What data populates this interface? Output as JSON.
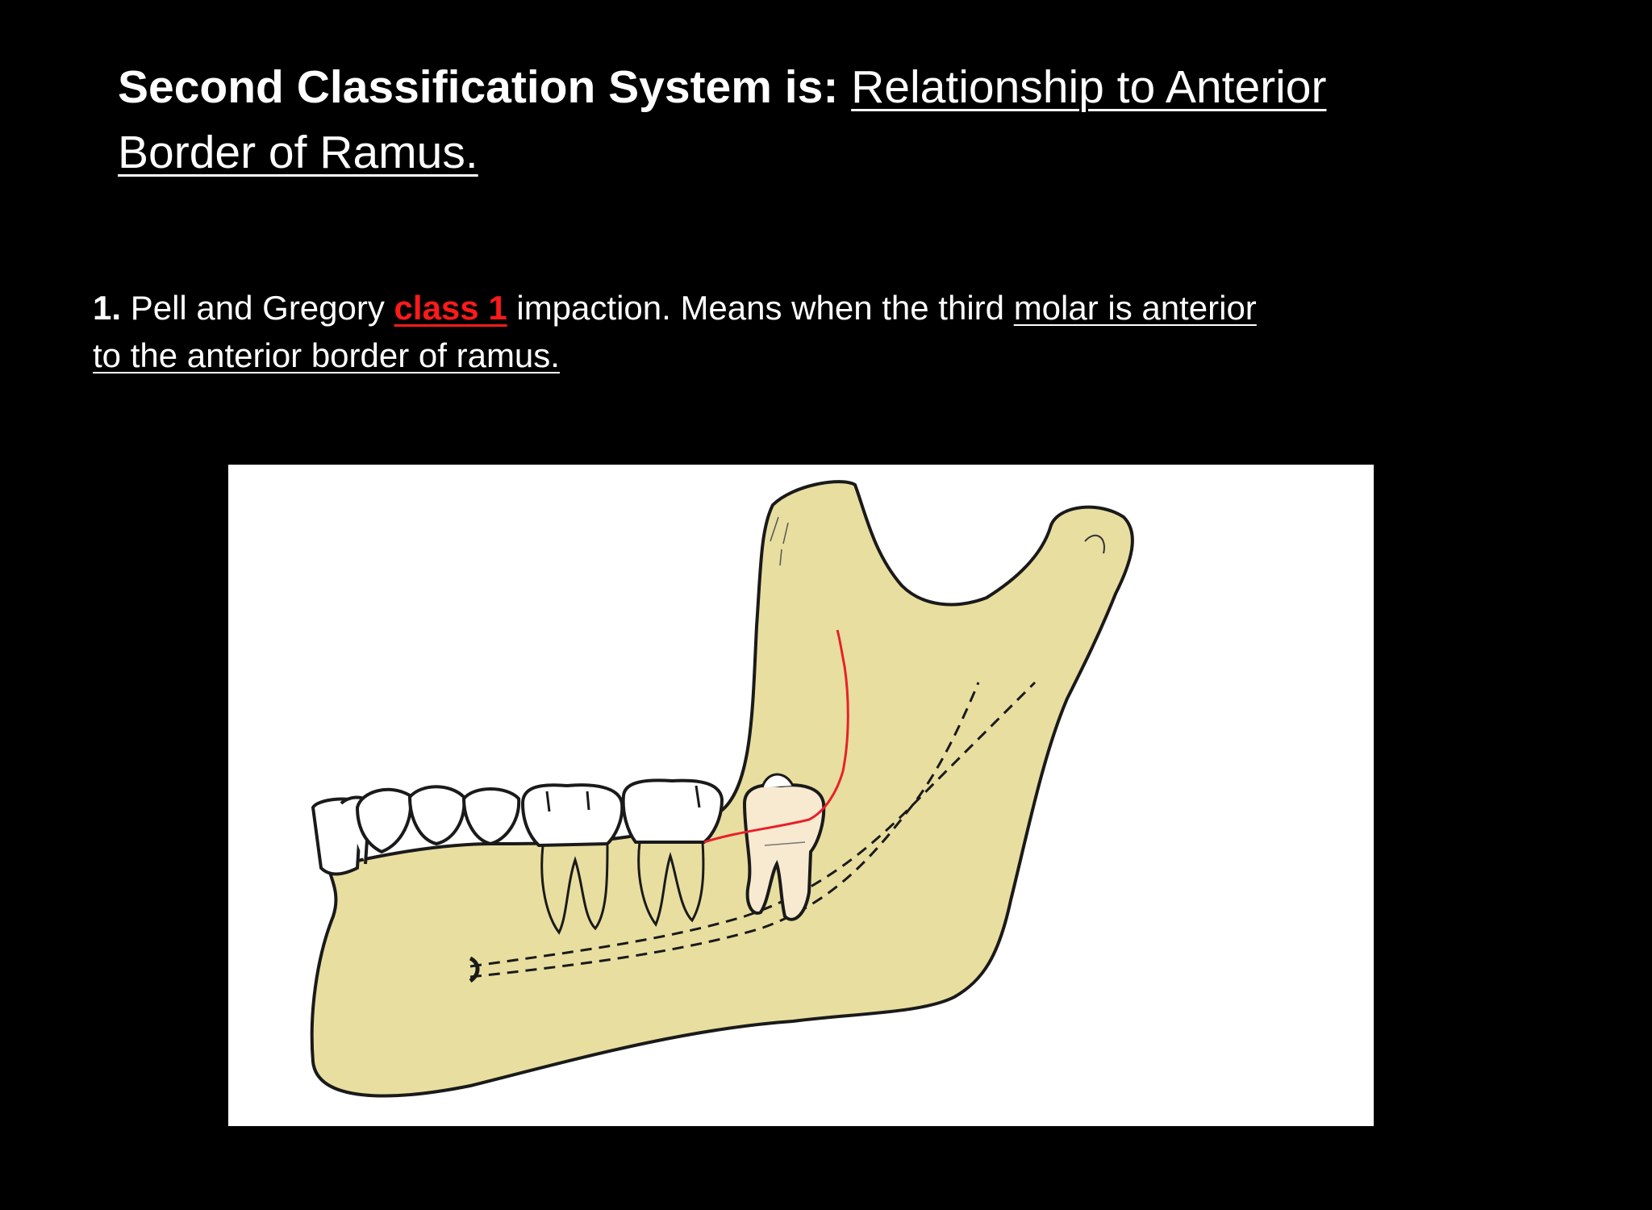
{
  "slide": {
    "title": {
      "bold_part": "Second Classification System is:",
      "underlined_part": "Relationship to Anterior Border of Ramus."
    },
    "point": {
      "number": "1.",
      "text_before": "Pell and Gregory",
      "highlight": "class 1",
      "text_middle": "impaction. Means when the third",
      "underlined_part": "molar is anterior to the anterior border of ramus."
    }
  },
  "colors": {
    "background": "#000000",
    "text": "#ffffff",
    "highlight": "#ff1a1a",
    "bone": "#e8dea0",
    "third_molar": "#f7ead0",
    "ramus_border": "#e8202a"
  },
  "figure": {
    "subject": "mandible-lateral-view",
    "elements": [
      "mandible",
      "teeth",
      "third-molar",
      "anterior-ramus-border",
      "mandibular-canal"
    ]
  }
}
